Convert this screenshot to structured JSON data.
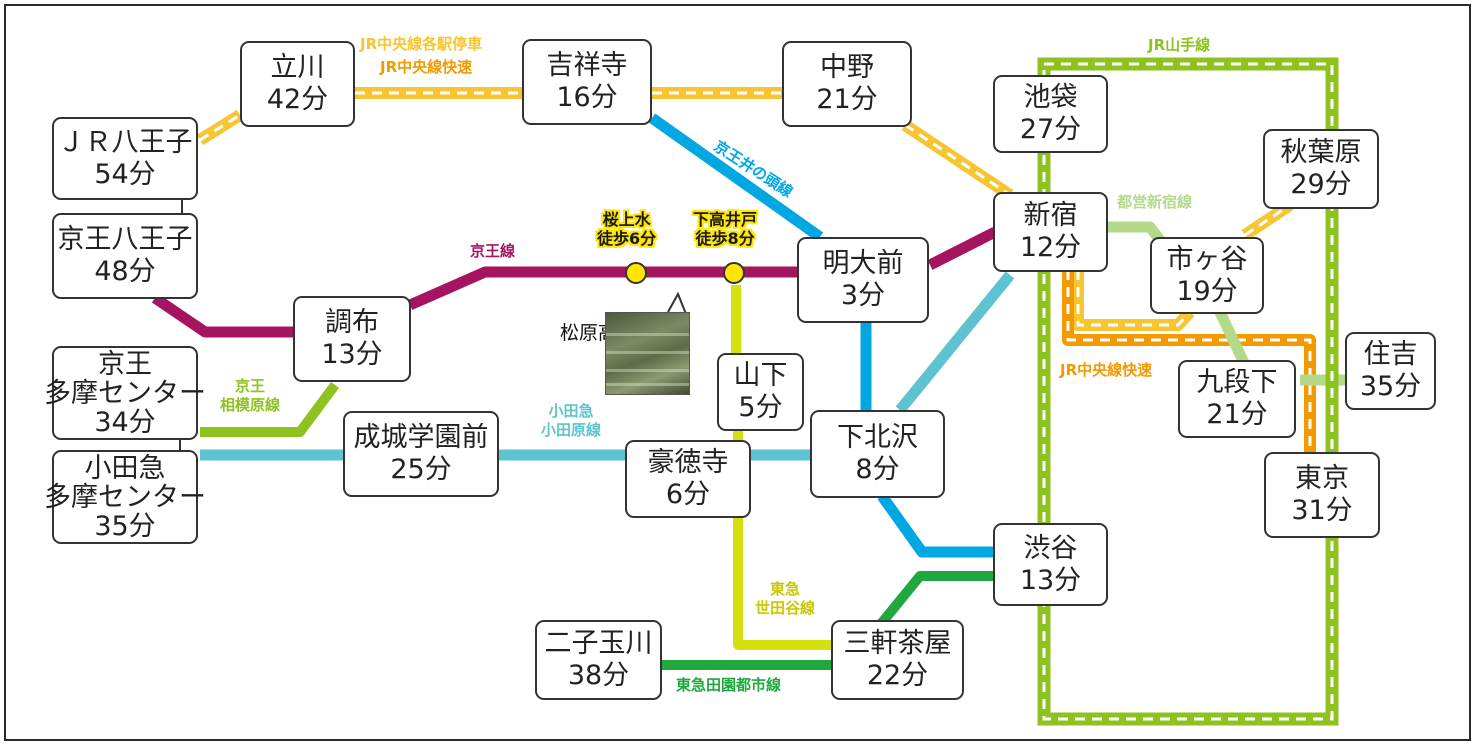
{
  "stations": {
    "hachioji_jr": {
      "name": "ＪＲ八王子",
      "time": "54分"
    },
    "tachikawa": {
      "name": "立川",
      "time": "42分"
    },
    "kichijoji": {
      "name": "吉祥寺",
      "time": "16分"
    },
    "nakano": {
      "name": "中野",
      "time": "21分"
    },
    "ikebukuro": {
      "name": "池袋",
      "time": "27分"
    },
    "akihabara": {
      "name": "秋葉原",
      "time": "29分"
    },
    "keio_hachioji": {
      "name": "京王八王子",
      "time": "48分"
    },
    "shinjuku": {
      "name": "新宿",
      "time": "12分"
    },
    "meidaimae": {
      "name": "明大前",
      "time": "3分"
    },
    "ichigaya": {
      "name": "市ヶ谷",
      "time": "19分"
    },
    "chofu": {
      "name": "調布",
      "time": "13分"
    },
    "keio_tama": {
      "name1": "京王",
      "name2": "多摩センター",
      "time": "34分"
    },
    "odakyu_tama": {
      "name1": "小田急",
      "name2": "多摩センター",
      "time": "35分"
    },
    "sumiyoshi": {
      "name": "住吉",
      "time": "35分"
    },
    "yamashita": {
      "name": "山下",
      "time": "5分"
    },
    "kudanshita": {
      "name": "九段下",
      "time": "21分"
    },
    "seijo": {
      "name": "成城学園前",
      "time": "25分"
    },
    "gotokuji": {
      "name": "豪徳寺",
      "time": "6分"
    },
    "shimokitazawa": {
      "name": "下北沢",
      "time": "8分"
    },
    "tokyo": {
      "name": "東京",
      "time": "31分"
    },
    "shibuya": {
      "name": "渋谷",
      "time": "13分"
    },
    "futako": {
      "name": "二子玉川",
      "time": "38分"
    },
    "sangenjaya": {
      "name": "三軒茶屋",
      "time": "22分"
    }
  },
  "lines": {
    "chuo_local": {
      "label": "JR中央線各駅停車",
      "color": "#f7c531"
    },
    "chuo_rapid": {
      "label": "JR中央線快速",
      "color": "#f29a00"
    },
    "yamanote": {
      "label": "JR山手線",
      "color": "#8dc21f"
    },
    "inokashira": {
      "label": "京王井の頭線",
      "color": "#00a7e3"
    },
    "keio": {
      "label": "京王線",
      "color": "#a5155f"
    },
    "sagamihara": {
      "label1": "京王",
      "label2": "相模原線",
      "color": "#8dc21f"
    },
    "odakyu": {
      "label1": "小田急",
      "label2": "小田原線",
      "color": "#5ec2d0"
    },
    "shinjuku_line": {
      "label": "都営新宿線",
      "color": "#b5d98a"
    },
    "setagaya": {
      "label1": "東急",
      "label2": "世田谷線",
      "color": "#d7e00f"
    },
    "denentoshi": {
      "label": "東急田園都市線",
      "color": "#1fa83e"
    }
  },
  "walk": {
    "sakurajosui": {
      "line1": "桜上水",
      "line2": "徒歩6分"
    },
    "shimotakaido": {
      "line1": "下高井戸",
      "line2": "徒歩8分"
    }
  },
  "school": {
    "name": "松原高校"
  }
}
